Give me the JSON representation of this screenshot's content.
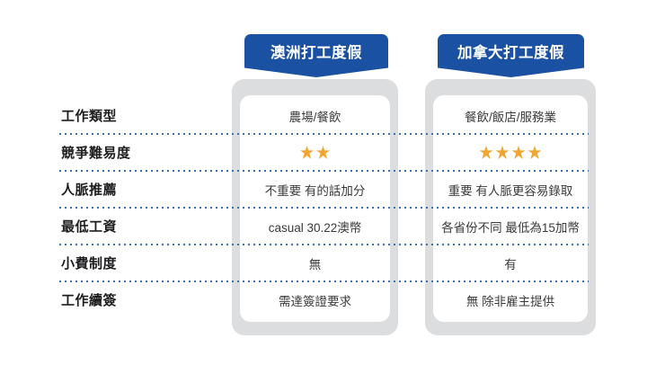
{
  "theme": {
    "banner_blue": "#1a51a3",
    "card_gray": "#dcdddf",
    "card_white": "#ffffff",
    "star_orange": "#f0a431",
    "separator_blue": "#3a6fb0",
    "label_color": "#1d1d1f",
    "value_color": "#3a3a3c"
  },
  "columns": [
    {
      "id": "australia",
      "header": "澳洲打工度假"
    },
    {
      "id": "canada",
      "header": "加拿大打工度假"
    }
  ],
  "rows": [
    {
      "label": "工作類型",
      "type": "text",
      "values": [
        "農場/餐飲",
        "餐飲/飯店/服務業"
      ]
    },
    {
      "label": "競爭難易度",
      "type": "rating",
      "values": [
        2,
        4
      ],
      "max": 5
    },
    {
      "label": "人脈推薦",
      "type": "text",
      "values": [
        "不重要 有的話加分",
        "重要 有人脈更容易錄取"
      ]
    },
    {
      "label": "最低工資",
      "type": "text",
      "values": [
        "casual 30.22澳幣",
        "各省份不同 最低為15加幣"
      ]
    },
    {
      "label": "小費制度",
      "type": "text",
      "values": [
        "無",
        "有"
      ]
    },
    {
      "label": "工作續簽",
      "type": "text",
      "values": [
        "需達簽證要求",
        "無 除非雇主提供"
      ]
    }
  ]
}
